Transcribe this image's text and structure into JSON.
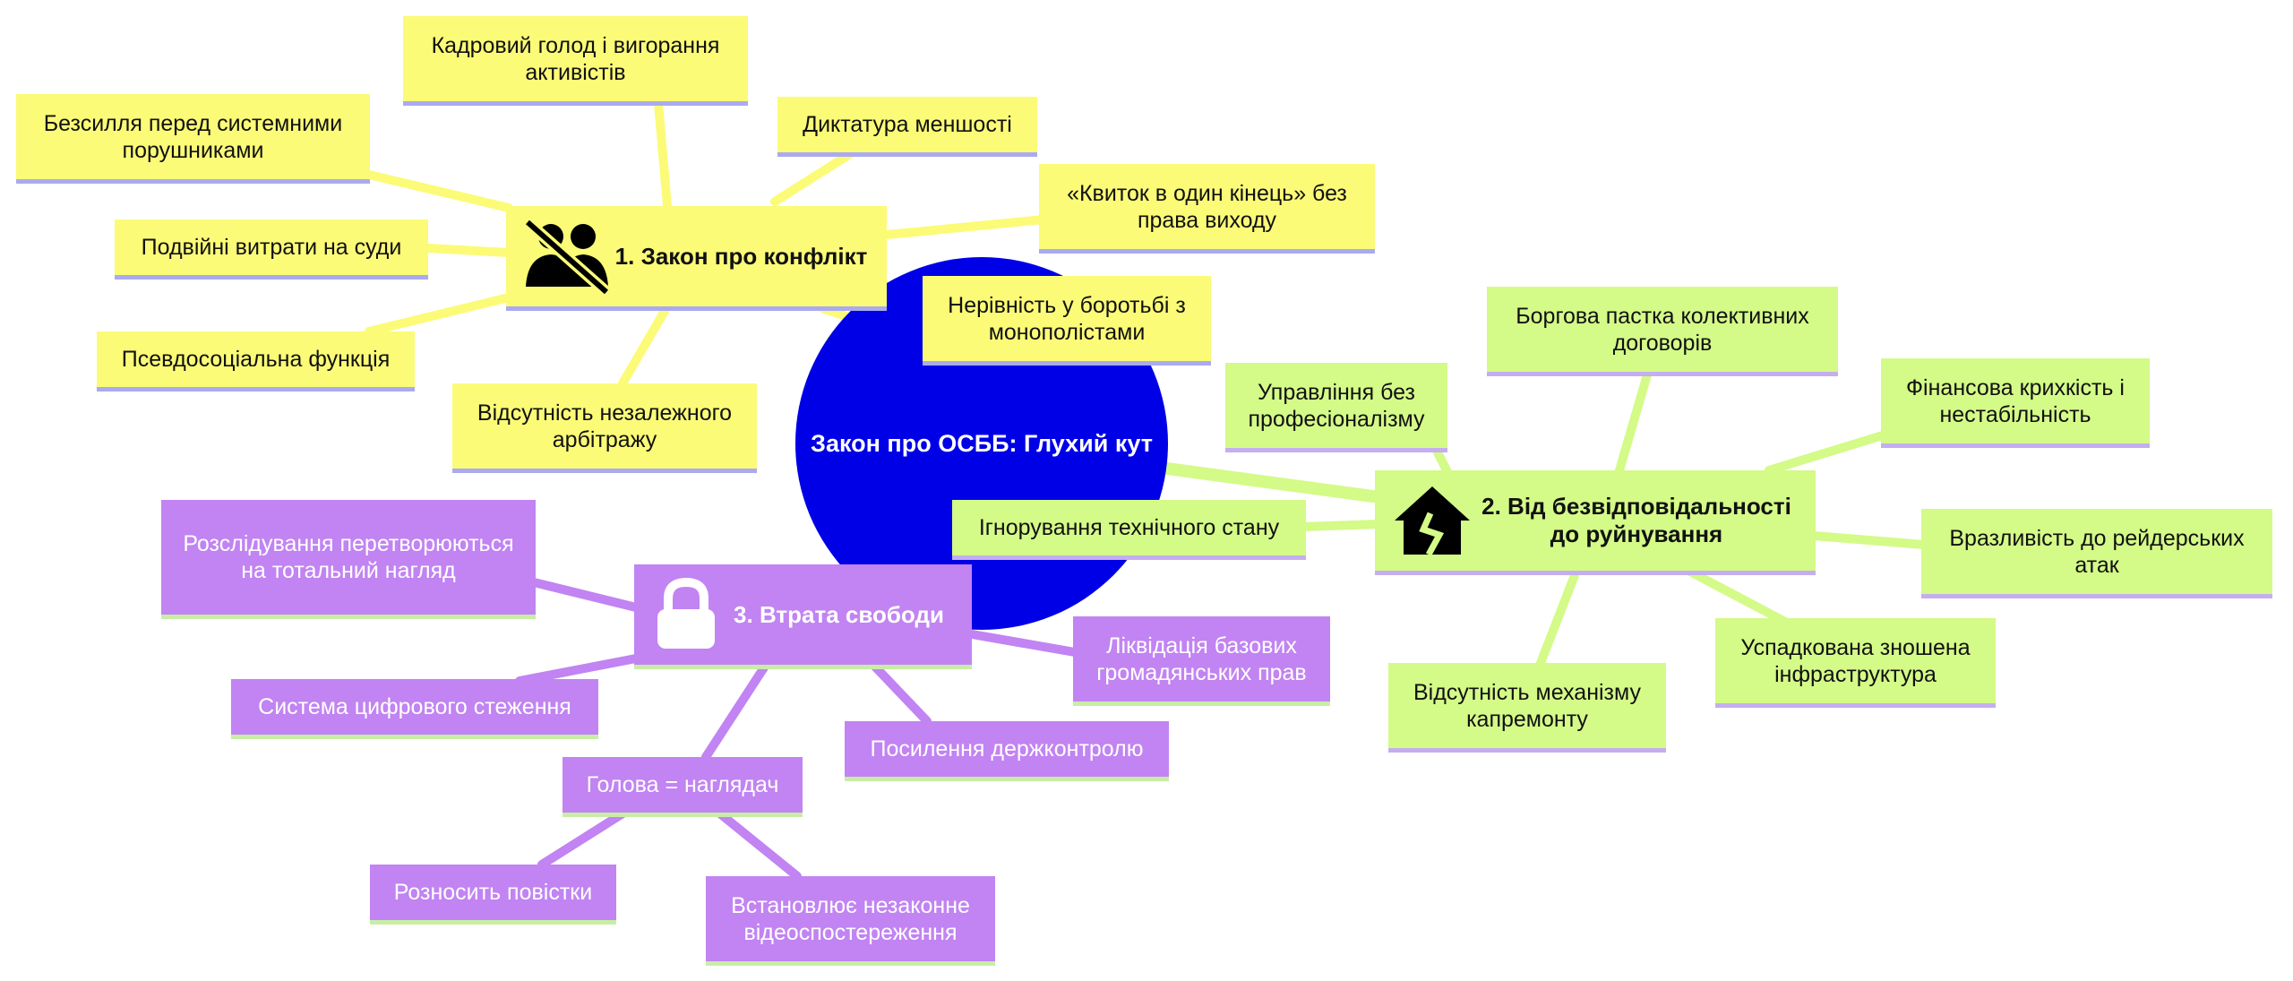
{
  "center": {
    "label": "Закон про ОСББ: Глухий кут",
    "color": "#0000e6"
  },
  "branches": [
    {
      "id": "conflict",
      "label": "1. Закон про конфлікт",
      "icon": "users-slash-icon",
      "color": "#fbfb78",
      "link_color": "#fbfb78",
      "children": [
        "Кадровий голод і вигорання активістів",
        "Диктатура меншості",
        "«Квиток в один кінець» без права виходу",
        "Нерівність у боротьбі з монополістами",
        "Безсилля перед системними порушниками",
        "Подвійні витрати на суди",
        "Псевдосоціальна функція",
        "Відсутність незалежного арбітражу"
      ]
    },
    {
      "id": "ruin",
      "label": "2. Від безвідповідальності до руйнування",
      "icon": "house-crack-icon",
      "color": "#d4fa88",
      "link_color": "#d4fa88",
      "children": [
        "Боргова пастка колективних договорів",
        "Фінансова крихкість і нестабільність",
        "Вразливість до рейдерських атак",
        "Успадкована зношена інфраструктура",
        "Відсутність механізму капремонту",
        "Ігнорування технічного стану",
        "Управління без професіоналізму"
      ]
    },
    {
      "id": "freedom",
      "label": "3. Втрата свободи",
      "icon": "lock-icon",
      "color": "#c184f2",
      "link_color": "#c184f2",
      "children": [
        "Розслідування перетворюються на тотальний нагляд",
        "Система цифрового стеження",
        "Ліквідація базових громадянських прав",
        "Посилення держконтролю",
        {
          "label": "Голова = наглядач",
          "children": [
            "Розносить повістки",
            "Встановлює незаконне відеоспостереження"
          ]
        }
      ]
    }
  ]
}
